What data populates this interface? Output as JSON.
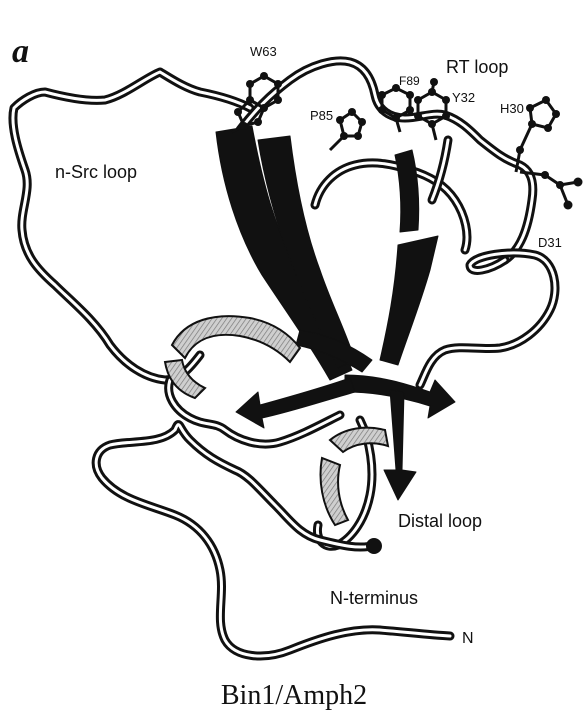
{
  "figure": {
    "panel_letter": "a",
    "caption": "Bin1/Amph2",
    "colors": {
      "ink": "#111111",
      "tube_inner": "#ffffff",
      "background": "#ffffff"
    },
    "labels": {
      "w63": "W63",
      "rt_loop": "RT loop",
      "f89": "F89",
      "y32": "Y32",
      "p85": "P85",
      "h30": "H30",
      "n_src_loop": "n-Src loop",
      "d31": "D31",
      "distal_loop": "Distal loop",
      "n_terminus": "N-terminus",
      "n_end": "N"
    }
  }
}
